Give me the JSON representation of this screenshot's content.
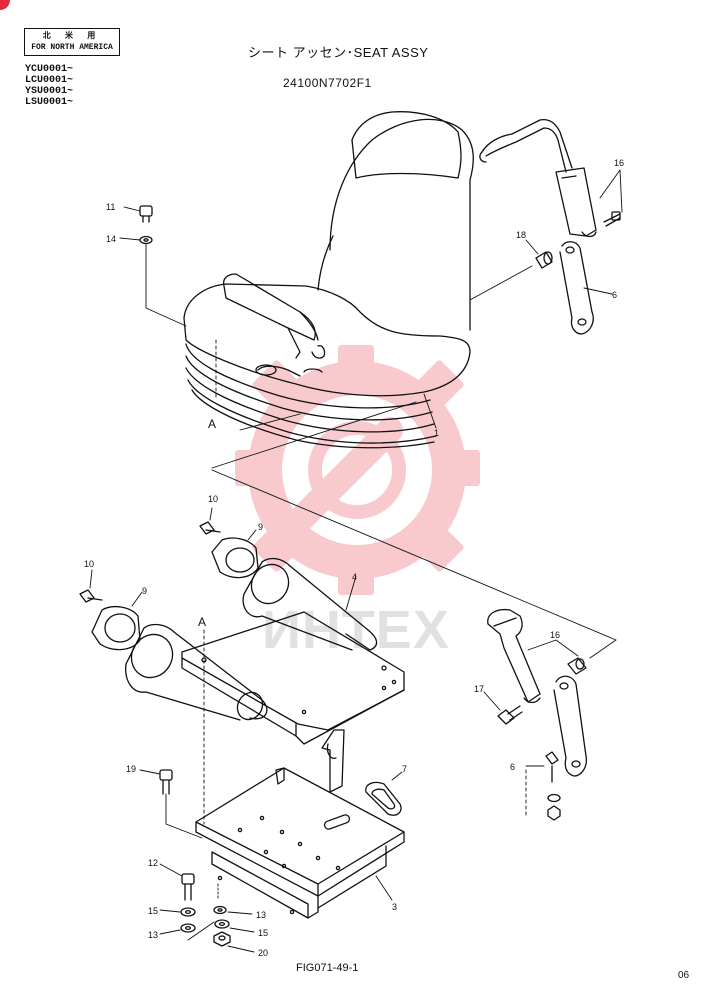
{
  "header": {
    "region_label_jp": "北 米 用",
    "region_label_en": "FOR NORTH AMERICA",
    "serial_ranges": [
      "YCU0001~",
      "LCU0001~",
      "YSU0001~",
      "LSU0001~"
    ],
    "title": "シート アッセン･SEAT ASSY",
    "part_number": "24100N7702F1"
  },
  "footer": {
    "figure_number": "FIG071-49-1",
    "page_number": "06"
  },
  "watermark": {
    "text": "ИНТЕХ",
    "color": "#f3a0a6"
  },
  "callouts": {
    "c11": "11",
    "c14": "14",
    "c16_top": "16",
    "c18": "18",
    "c6_top": "6",
    "c1": "1",
    "a_top": "A",
    "c10_upper": "10",
    "c9_upper": "9",
    "c10_left": "10",
    "c9_left": "9",
    "c4": "4",
    "a_mid": "A",
    "c16_right": "16",
    "c17": "17",
    "c6_right": "6",
    "c19": "19",
    "c7": "7",
    "c12": "12",
    "c15_left": "15",
    "c13_left": "13",
    "c13_right": "13",
    "c15_right": "15",
    "c20": "20",
    "c3": "3"
  }
}
